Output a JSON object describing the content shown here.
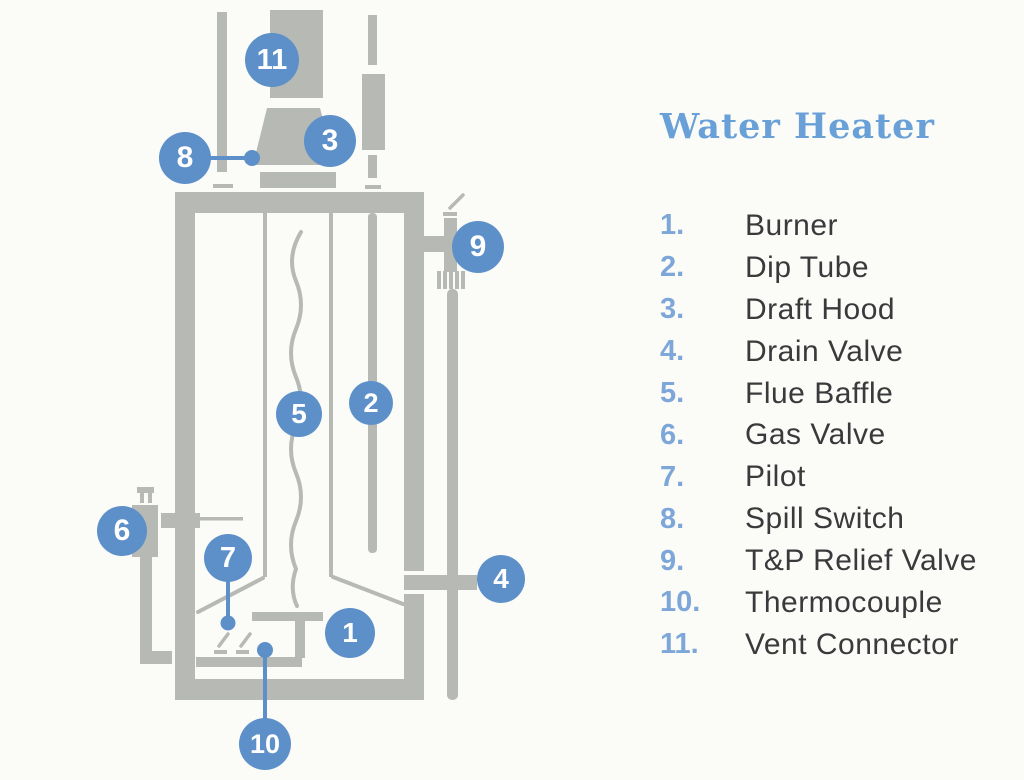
{
  "title": "Water Heater",
  "colors": {
    "badge_blue": "#5d90c9",
    "legend_number_blue": "#7da7d9",
    "title_blue": "#68a0d7",
    "diagram_gray": "#b6b9b4",
    "text_dark": "#3a3a3c",
    "background": "#fbfbf8"
  },
  "legend": {
    "title": "Water Heater",
    "items": [
      {
        "num": "1.",
        "label": "Burner"
      },
      {
        "num": "2.",
        "label": "Dip Tube"
      },
      {
        "num": "3.",
        "label": "Draft Hood"
      },
      {
        "num": "4.",
        "label": "Drain Valve"
      },
      {
        "num": "5.",
        "label": "Flue Baffle"
      },
      {
        "num": "6.",
        "label": "Gas Valve"
      },
      {
        "num": "7.",
        "label": "Pilot"
      },
      {
        "num": "8.",
        "label": "Spill Switch"
      },
      {
        "num": "9.",
        "label": "T&P Relief Valve"
      },
      {
        "num": "10.",
        "label": "Thermocouple"
      },
      {
        "num": "11.",
        "label": "Vent Connector"
      }
    ]
  },
  "diagram": {
    "type": "labeled-cutaway-diagram",
    "subject": "Gas water heater cutaway with numbered callouts",
    "callouts": [
      {
        "label": "1",
        "part": "Burner"
      },
      {
        "label": "2",
        "part": "Dip Tube"
      },
      {
        "label": "3",
        "part": "Draft Hood"
      },
      {
        "label": "4",
        "part": "Drain Valve"
      },
      {
        "label": "5",
        "part": "Flue Baffle"
      },
      {
        "label": "6",
        "part": "Gas Valve"
      },
      {
        "label": "7",
        "part": "Pilot"
      },
      {
        "label": "8",
        "part": "Spill Switch"
      },
      {
        "label": "9",
        "part": "T&P Relief Valve"
      },
      {
        "label": "10",
        "part": "Thermocouple"
      },
      {
        "label": "11",
        "part": "Vent Connector"
      }
    ]
  }
}
